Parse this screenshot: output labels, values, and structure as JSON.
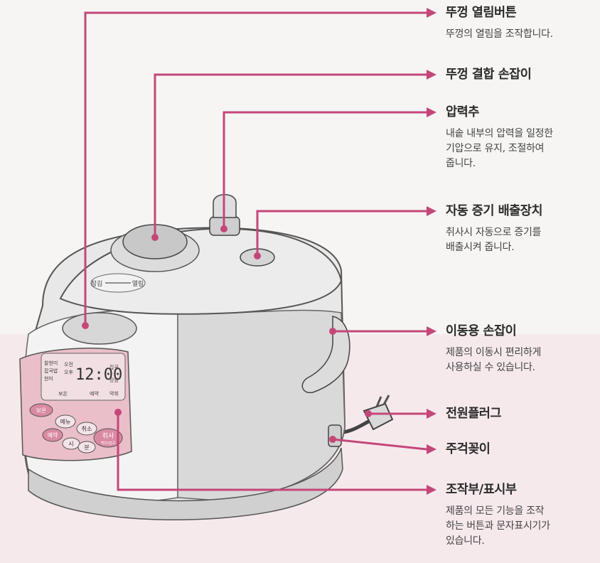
{
  "colors": {
    "leader": "#c4477a",
    "panel": "#eabfc9",
    "body_shade": "#d9d9d9"
  },
  "callouts": [
    {
      "id": "lid-open-button",
      "title": "뚜껑 열림버튼",
      "desc": "뚜껑의 열림을 조작합니다."
    },
    {
      "id": "lid-lock-handle",
      "title": "뚜껑 결합 손잡이",
      "desc": ""
    },
    {
      "id": "pressure-weight",
      "title": "압력추",
      "desc": "내솥 내부의 압력을 일정한\n기압으로 유지, 조절하여\n줍니다."
    },
    {
      "id": "auto-steam-release",
      "title": "자동 증기 배출장치",
      "desc": "취사시 자동으로 증기를\n배출시켜 줍니다."
    },
    {
      "id": "carry-handle",
      "title": "이동용 손잡이",
      "desc": "제품의 이동시 편리하게\n사용하실 수 있습니다."
    },
    {
      "id": "power-plug",
      "title": "전원플러그",
      "desc": ""
    },
    {
      "id": "rice-scoop",
      "title": "주걱꽂이",
      "desc": ""
    },
    {
      "id": "control-panel",
      "title": "조작부/표시부",
      "desc": "제품의 모든 기능을 조작\n하는 버튼과 문자표시기가\n있습니다."
    }
  ],
  "cooker": {
    "lid_label_left": "잠김",
    "lid_label_right": "열림",
    "display_time": "12:00",
    "left_labels": [
      "찰현미",
      "잡곡밥",
      "현미"
    ],
    "mode_labels": [
      "오전",
      "오후"
    ],
    "right_labels": [
      "잡곡",
      "강원",
      "약취"
    ],
    "bottom_labels": [
      "보온",
      "예약"
    ],
    "buttons": [
      "보온",
      "메뉴",
      "취소",
      "예약",
      "시",
      "분",
      "취사"
    ],
    "cook_sub": "백미/잡곡"
  }
}
